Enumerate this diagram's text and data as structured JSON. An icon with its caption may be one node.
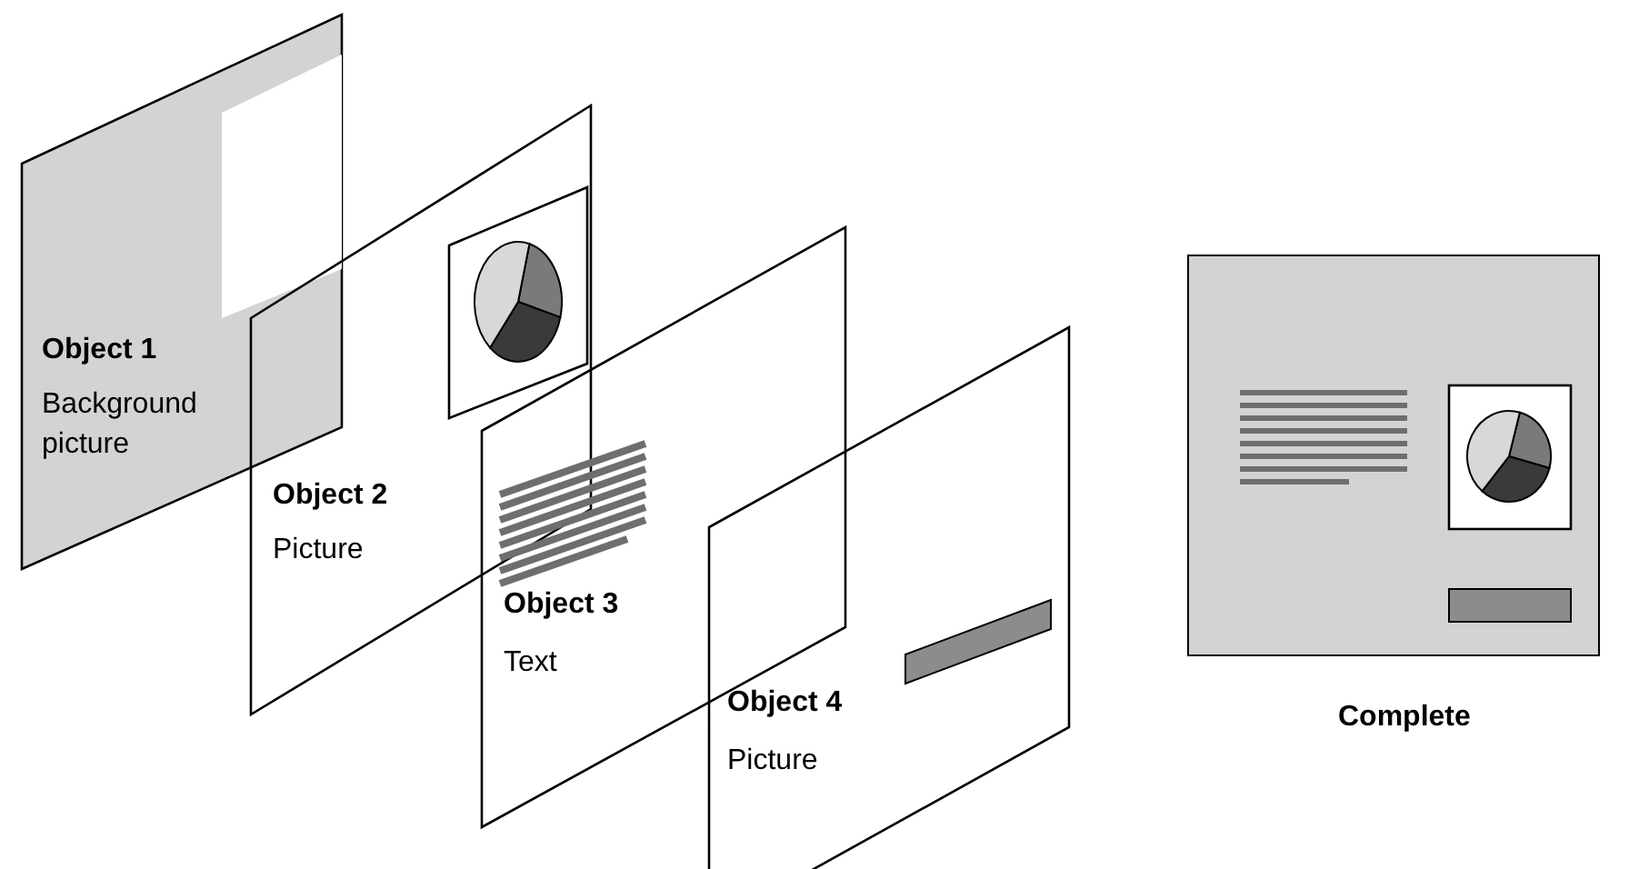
{
  "diagram": {
    "nodes": [
      {
        "text": [
          "Object 1",
          "Background picture"
        ]
      },
      {
        "text": [
          "Object 2",
          "Picture"
        ]
      },
      {
        "text": [
          "Object 3",
          "Text"
        ]
      },
      {
        "text": [
          "Object 4",
          "Picture"
        ]
      },
      {
        "text": [
          "Complete"
        ]
      }
    ]
  }
}
